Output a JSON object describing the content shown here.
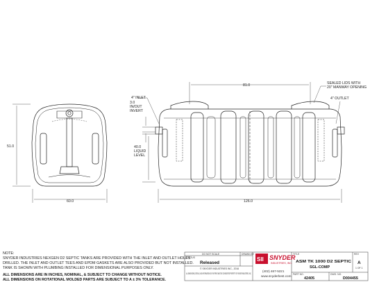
{
  "drawing": {
    "dimensions": {
      "end_width": "60.0",
      "end_height": "51.0",
      "side_length": "126.0",
      "lid_spacing": "81.0",
      "invert_height": "3.0",
      "liquid_level": "40.0"
    },
    "callouts": {
      "inlet": "4\" INLET",
      "invert": [
        "IN/OUT",
        "INVERT"
      ],
      "liquid": [
        "LIQUID",
        "LEVEL"
      ],
      "lids": [
        "SEALED LIDS WITH",
        "20\" MANWAY OPENING"
      ],
      "outlet": "4\" OUTLET"
    }
  },
  "notes": {
    "heading": "NOTE:",
    "lines": [
      "SNYDER INDUSTRIES NEXGEN D2 SEPTIC TANKS ARE PROVIDED WITH THE INLET AND OUTLET HOLES",
      "DRILLED.  THE INLET AND OUTLET TEES AND EPDM GASKETS ARE ALSO PROVIDED BUT NOT INSTALLED.",
      "TANK IS SHOWN WITH PLUMBING INSTALLED FOR DIMENSIONAL PURPOSES ONLY."
    ],
    "bold_lines": [
      "ALL DIMENSIONS ARE IN INCHES, NOMINAL, & SUBJECT TO CHANGE WITHOUT NOTICE.",
      "ALL DIMENSIONS ON ROTATIONAL MOLDED PARTS ARE SUBJECT TO A ± 3% TOLERANCE."
    ]
  },
  "title_block": {
    "do_not_scale": "DO NOT SCALE",
    "drawn_by": "DRAWN BY",
    "status_label": "STATUS",
    "status": "Released",
    "copyright": "© SNYDER INDUSTRIES INC., 2016",
    "logo": "SNYDER",
    "logo_sub": "INDUSTRIES, INC.",
    "phone": "(402) 467-5221",
    "website": "www.snyderbest.com",
    "title_label": "TITLE",
    "title_line1": "ASM TK 1000 D2 SEPTIC",
    "title_line2": "SGL-COMP",
    "rev_label": "REV",
    "rev": "A",
    "sheet": "1 OF 1",
    "part_label": "PART NO.",
    "part_no": "42405",
    "dwg_label": "DWG. NO.",
    "dwg_no": "D004455",
    "disclaimer": "ALL DIMENSIONS, DETAILS, AND INFORMATION ON THIS PRINT MUST BE CONSIDERED PROPERTY OF SNYDER INDUSTRIES, INC."
  }
}
